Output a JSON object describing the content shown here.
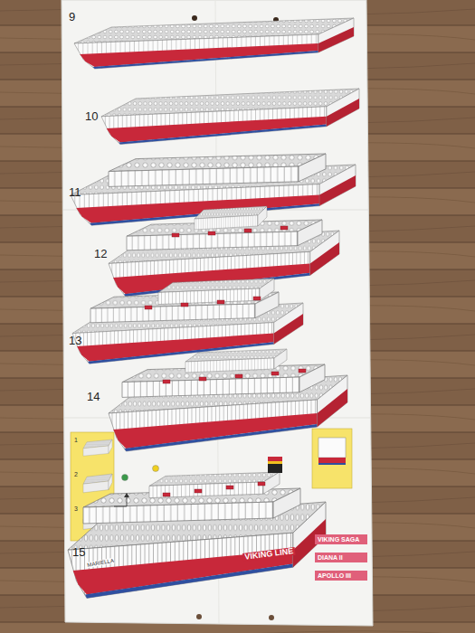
{
  "diagram": {
    "nodes": [
      {
        "text": [
          "VIKING SAGA"
        ]
      },
      {
        "text": [
          "DIANA II"
        ]
      },
      {
        "text": [
          "APOLLO III"
        ]
      }
    ],
    "labels": [
      "9",
      "10",
      "11",
      "12",
      "13",
      "14",
      "15",
      "1",
      "2",
      "3",
      "VIKING LINE",
      "MARIELLA"
    ]
  }
}
